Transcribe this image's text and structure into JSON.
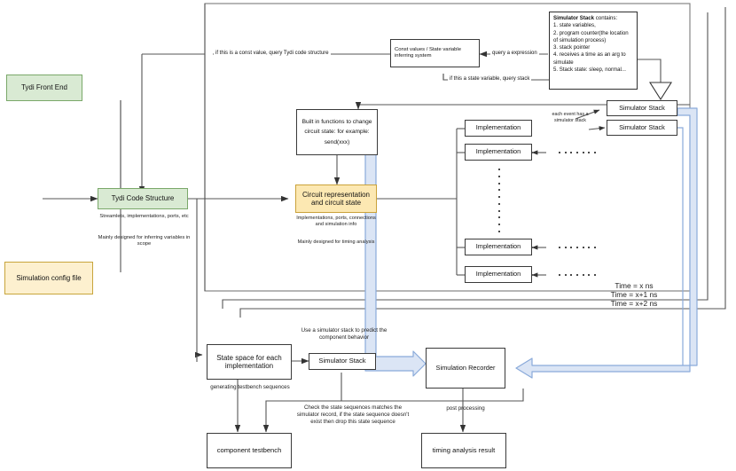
{
  "diagram": {
    "title": "Tydi simulation / timing-analysis architecture flow",
    "colors": {
      "green_fill": "#d9ead3",
      "green_stroke": "#7aa86a",
      "yellow_fill": "#fce8b2",
      "yellow_stroke": "#caa23a",
      "yellow_plain_fill": "#fdf0cf",
      "box_stroke": "#3a3a3a",
      "blue_arrow_fill": "#dbe5f5",
      "blue_arrow_stroke": "#8aaada",
      "line": "#555555"
    },
    "nodes": {
      "tydi_front_end": "Tydi Front End",
      "simulation_config_file": "Simulation config file",
      "tydi_code_structure": "Tydi Code Structure",
      "tydi_code_structure_note1": "Streamlets, implementations, ports, etc",
      "tydi_code_structure_note2": "Mainly designed for inferring variables in scope",
      "const_state_system": "Const values / State variable inferring system",
      "built_in_functions": "Built in functions to change circuit state: for example: send(xxx)",
      "circuit_representation": "Circuit representation and circuit state",
      "circuit_note1": "Implementations, ports, connections and simulation info",
      "circuit_note2": "Mainly designed for timing analysis",
      "implementation": "Implementation",
      "simulator_stack": "Simulator Stack",
      "state_space": "State space for each implementation",
      "simulation_recorder": "Simulation Recorder",
      "component_testbench": "component testbench",
      "timing_analysis_result": "timing analysis result"
    },
    "simulator_stack_description": {
      "heading": "Simulator Stack",
      "heading_suffix": " contains:",
      "items": [
        "1. state variables,",
        "2. program counter(the location of simulation process)",
        "3. stack pointer",
        "4. receives a time as an arg to simulate",
        "5. Stack state: sleep, normal..."
      ]
    },
    "edge_labels": {
      "const_query": "if this is a const value, query Tydi code structure",
      "query_expression": "query a expression",
      "state_variable_query": "if this a state variable, query stack",
      "each_event": "each event has a simulator stack",
      "use_simulator_stack": "Use a simulator stack to predict the component behavior",
      "generating_testbench": "generating testbench sequences",
      "check_state_sequences": "Check the state sequences matches the simulator record, if the state sequence doesn't exist then drop this state sequence",
      "post_processing": "post processing"
    },
    "time_frames": [
      "Time = x ns",
      "Time = x+1 ns",
      "Time = x+2 ns"
    ],
    "implementation_count": 4
  }
}
